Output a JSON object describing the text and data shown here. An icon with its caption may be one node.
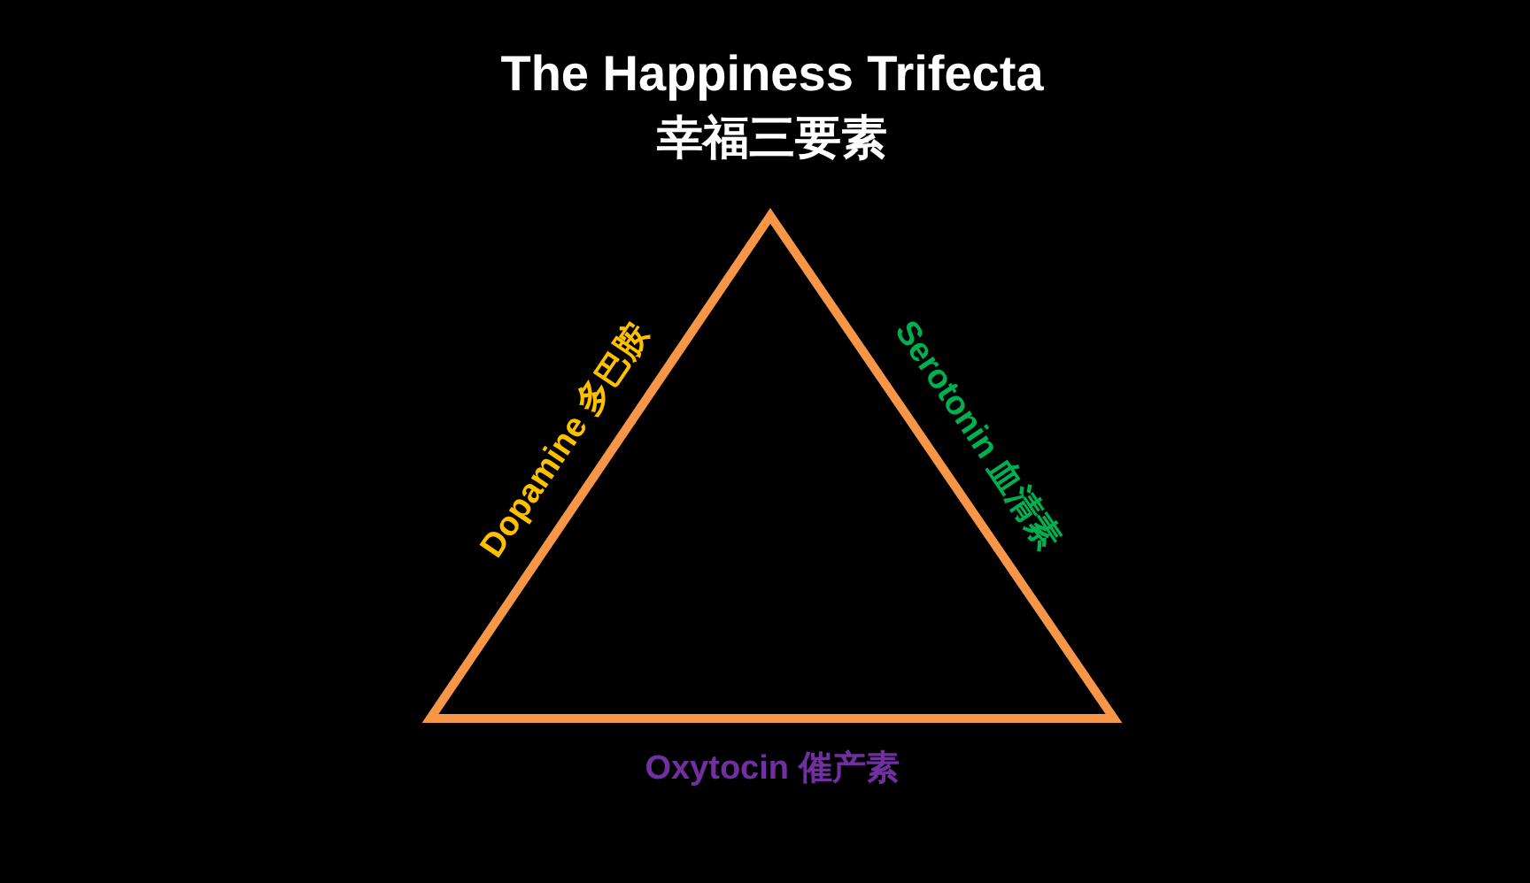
{
  "diagram": {
    "title": "The Happiness Trifecta",
    "labels": [
      "幸福三要素",
      "Dopamine 多巴胺",
      "Serotonin 血清素",
      "Oxytocin 催产素"
    ]
  }
}
